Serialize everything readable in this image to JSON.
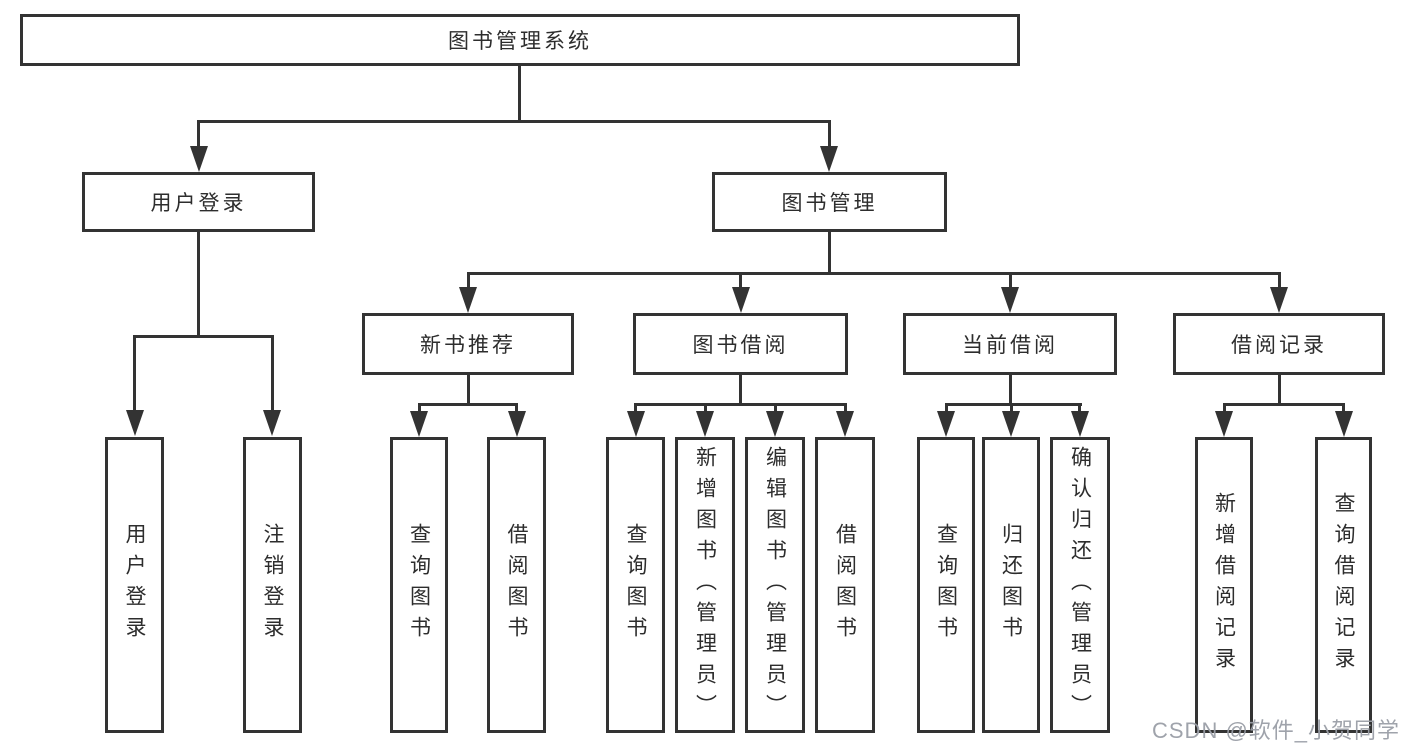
{
  "diagram": {
    "type": "tree",
    "root": "图书管理系统",
    "children": [
      {
        "label": "用户登录",
        "children": [
          "用户登录",
          "注销登录"
        ]
      },
      {
        "label": "图书管理",
        "children": [
          {
            "label": "新书推荐",
            "children": [
              "查询图书",
              "借阅图书"
            ]
          },
          {
            "label": "图书借阅",
            "children": [
              "查询图书",
              "新增图书（管理员）",
              "编辑图书（管理员）",
              "借阅图书"
            ]
          },
          {
            "label": "当前借阅",
            "children": [
              "查询图书",
              "归还图书",
              "确认归还（管理员）"
            ]
          },
          {
            "label": "借阅记录",
            "children": [
              "新增借阅记录",
              "查询借阅记录"
            ]
          }
        ]
      }
    ]
  },
  "watermark": "CSDN @软件_小贺同学",
  "colors": {
    "background": "#ffffff",
    "line": "#333333",
    "text": "#2d2d2d",
    "watermark": "#9a9ea6"
  }
}
